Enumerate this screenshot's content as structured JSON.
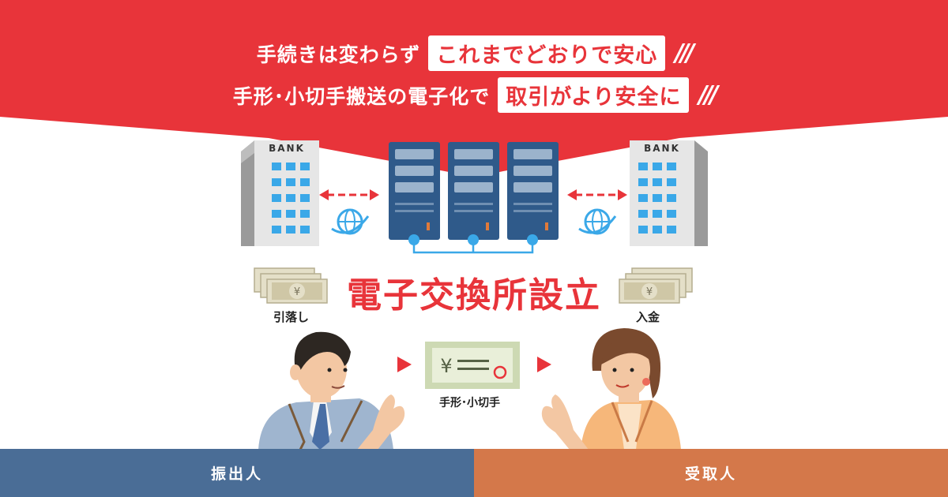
{
  "header": {
    "line1_plain": "手続きは変わらず",
    "line1_highlight": "これまでどおりで安心",
    "line2_plain": "手形･小切手搬送の電子化で",
    "line2_highlight": "取引がより安全に",
    "slashes": "///"
  },
  "bank_sign": "BANK",
  "headline": "電子交換所設立",
  "labels": {
    "withdrawal": "引落し",
    "deposit": "入金",
    "bill_check": "手形･小切手"
  },
  "yen_symbol": "¥",
  "footer": {
    "drawer": "振出人",
    "recipient": "受取人"
  },
  "colors": {
    "red": "#e8343a",
    "navy_server": "#2f5a8a",
    "drawer_bar": "#4a6d96",
    "recipient_bar": "#d4784a"
  }
}
